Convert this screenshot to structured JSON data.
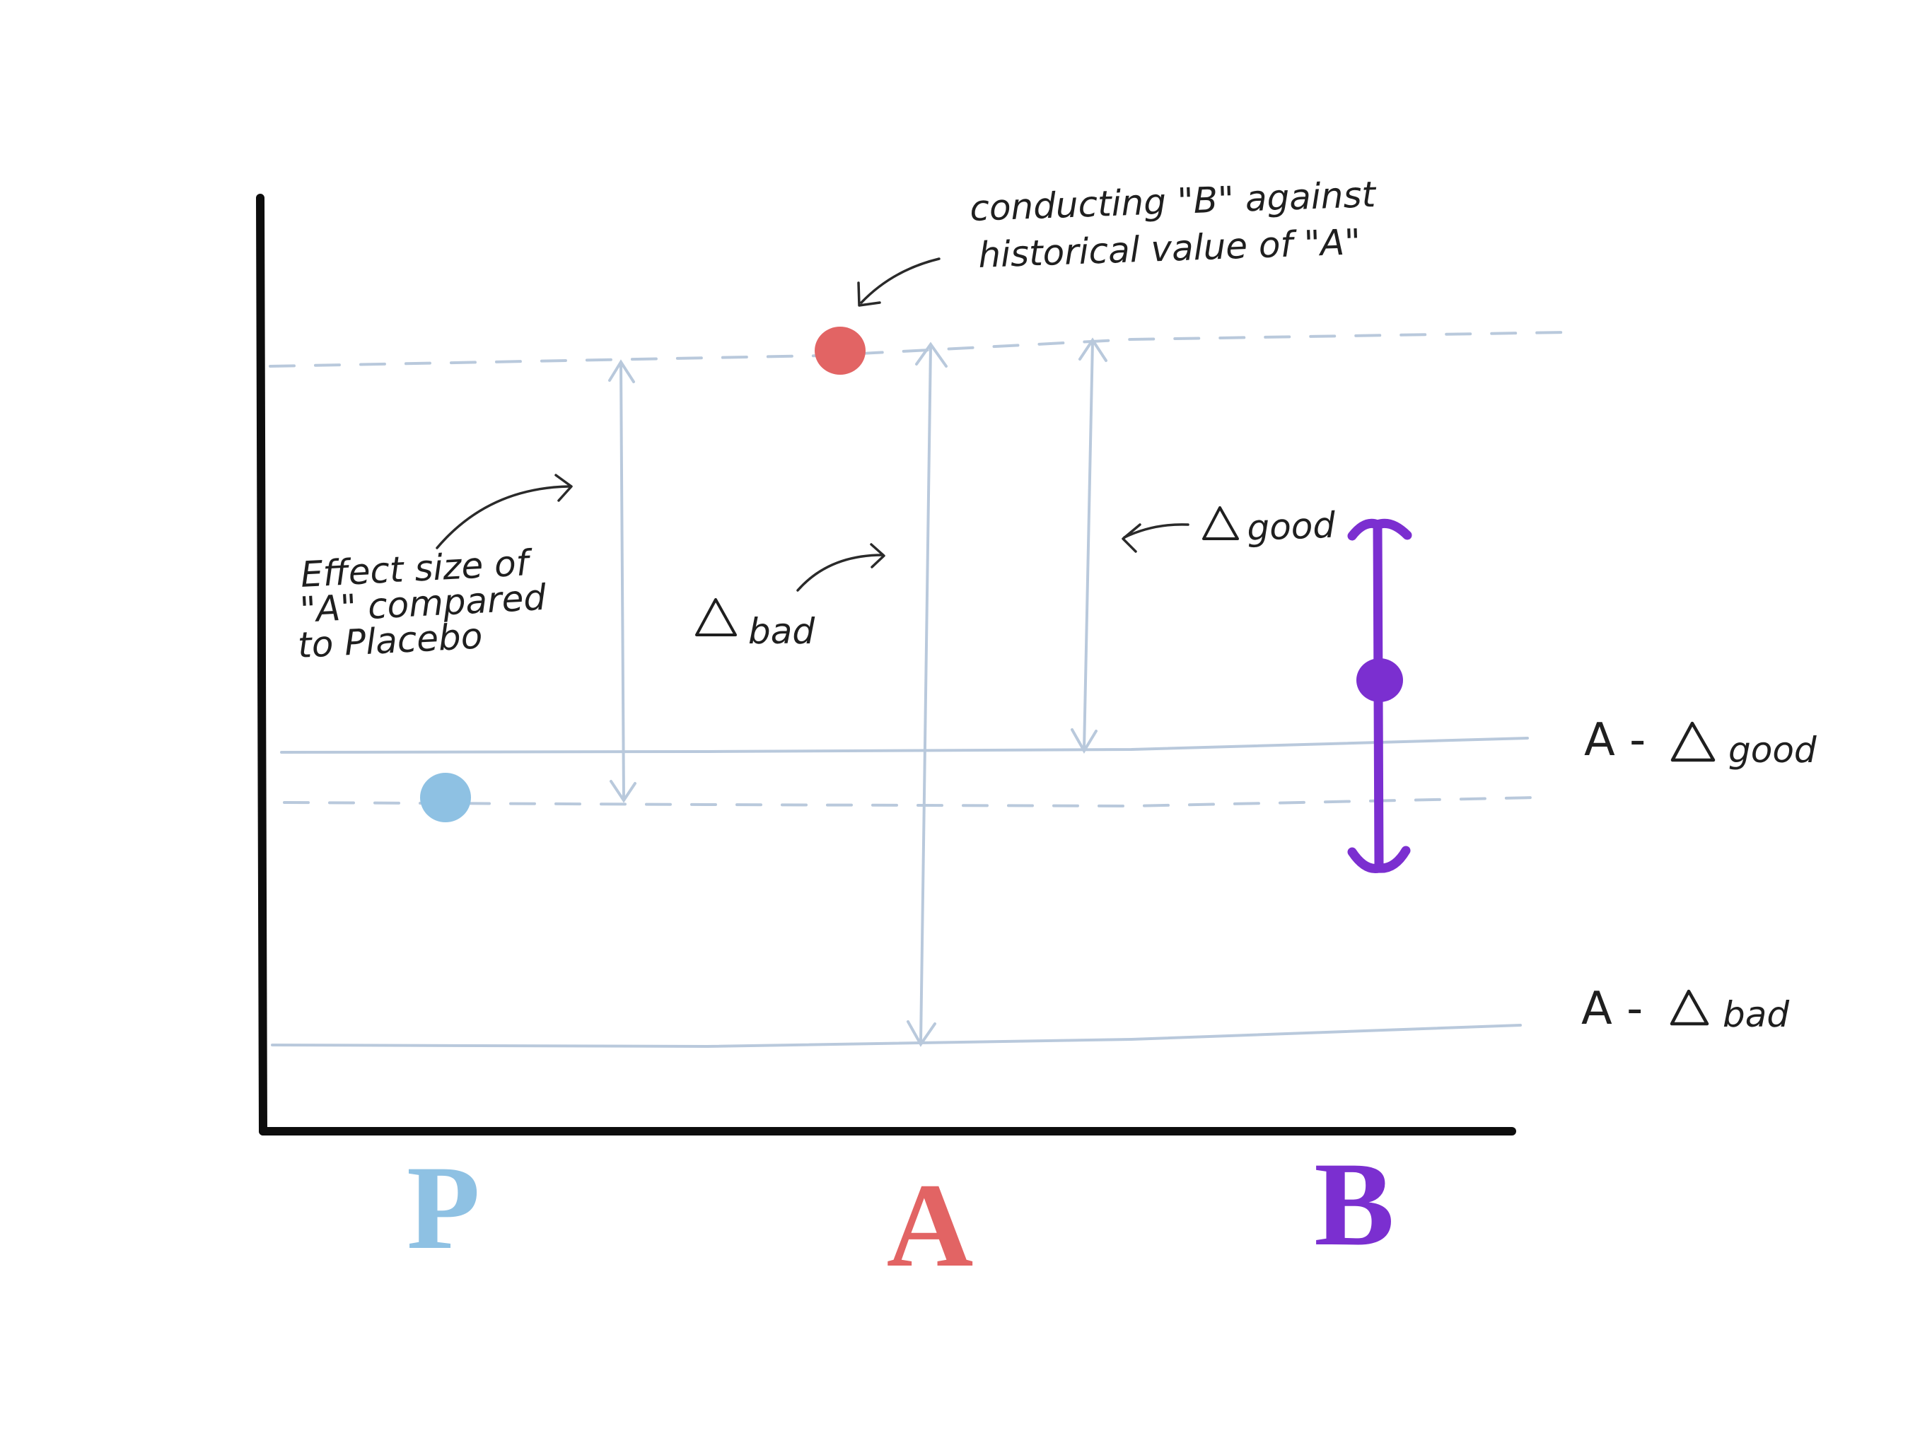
{
  "colors": {
    "axis": "#0d0d0d",
    "guide": "#b9c9dc",
    "placebo": "#8ec1e3",
    "treatment_a": "#e26464",
    "treatment_b": "#7b2fd0",
    "ink": "#1f1f1f"
  },
  "annotations": {
    "top_line1": "conducting  \"B\" against",
    "top_line2": "historical  value  of  \"A\"",
    "effect_line1": "Effect size of",
    "effect_line2": "\"A\" compared",
    "effect_line3": "to  Placebo",
    "delta_bad": "bad",
    "delta_good": "good"
  },
  "levels": {
    "a_minus_delta_good": {
      "prefix": "A - ",
      "suffix": "good"
    },
    "a_minus_delta_bad": {
      "prefix": "A - ",
      "suffix": "bad"
    }
  },
  "categories": {
    "p": "P",
    "a": "A",
    "b": "B"
  }
}
